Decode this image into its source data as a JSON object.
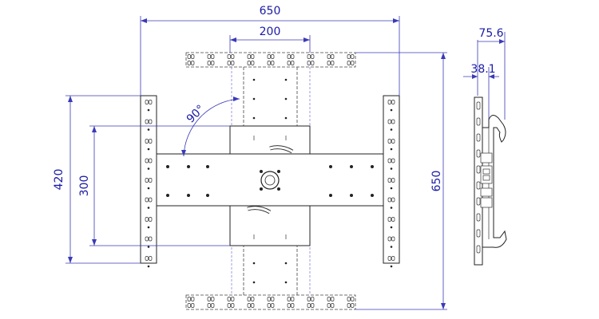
{
  "colors": {
    "dimension": "#1a1aa6",
    "outline": "#222222",
    "background": "#ffffff"
  },
  "dimensions": {
    "overall_width": "650",
    "vesa_width": "200",
    "rotation": "90°",
    "rail_height": "420",
    "vesa_height": "300",
    "overall_height": "650",
    "side_depth_total": "75.6",
    "side_depth_plate": "38.1"
  }
}
